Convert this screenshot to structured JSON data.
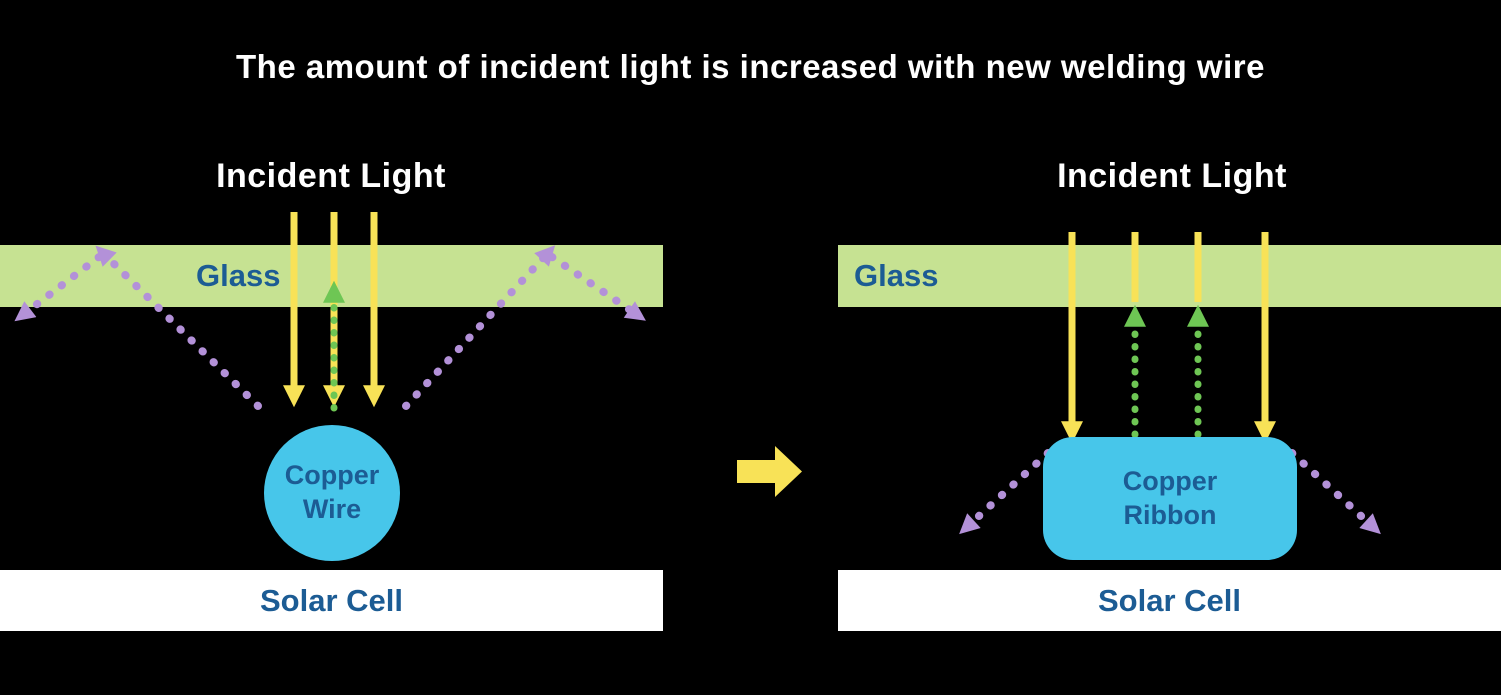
{
  "title": "The amount of incident light is increased with new welding wire",
  "colors": {
    "background": "#000000",
    "title_text": "#ffffff",
    "glass_fill": "#c6e292",
    "incident_arrow_yellow": "#f8e257",
    "reflected_arrow_green": "#6ec654",
    "escaped_arrow_purple": "#b391d8",
    "conductor_fill": "#47c6ea",
    "label_blue": "#1c5c94",
    "solar_cell_fill": "#ffffff"
  },
  "panels": {
    "left": {
      "incident_light": "Incident Light",
      "glass": "Glass",
      "conductor_line1": "Copper",
      "conductor_line2": "Wire",
      "solar_cell": "Solar Cell"
    },
    "right": {
      "incident_light": "Incident Light",
      "glass": "Glass",
      "conductor_line1": "Copper",
      "conductor_line2": "Ribbon",
      "solar_cell": "Solar Cell"
    }
  }
}
